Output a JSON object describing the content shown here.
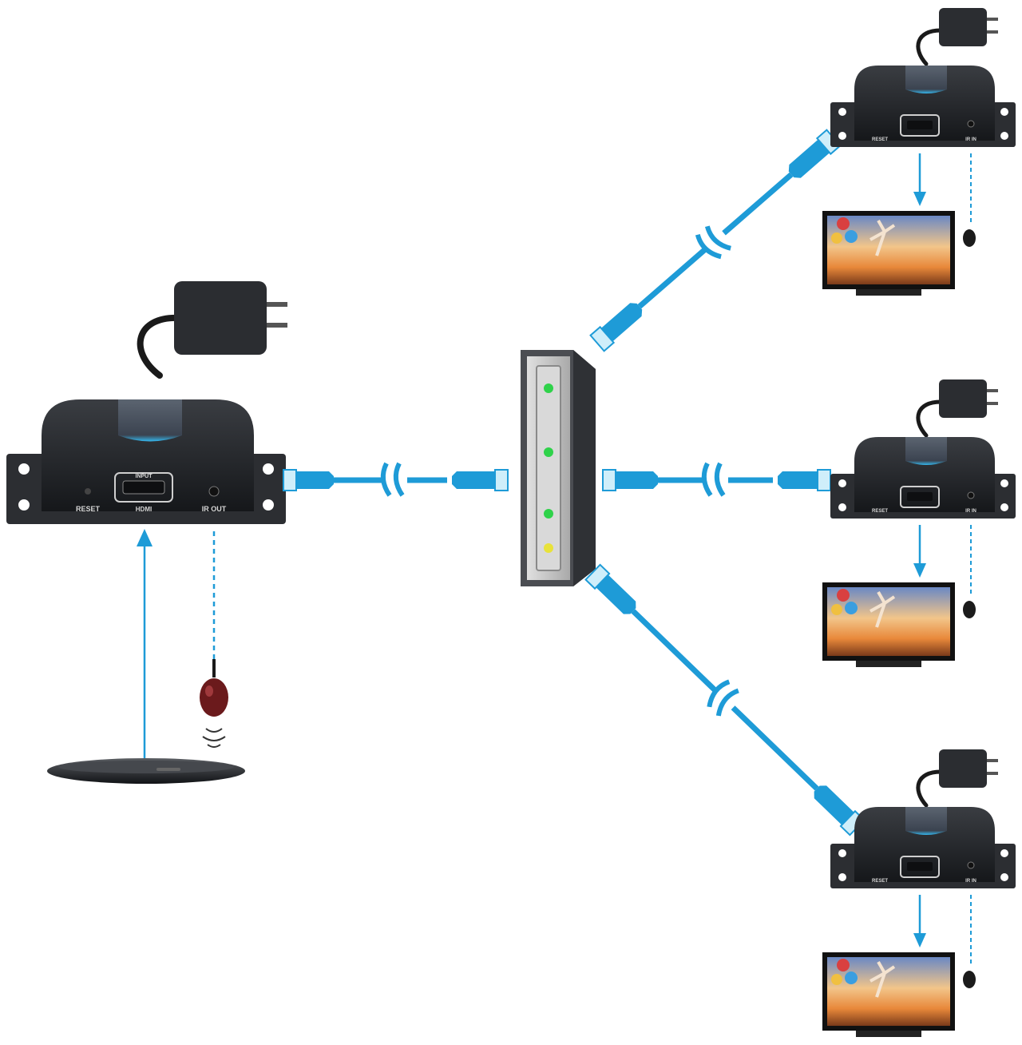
{
  "colors": {
    "cable": "#1e9bd7",
    "device_body": "#1f2124",
    "device_base": "#2a2c30",
    "background": "#ffffff",
    "led_green": "#2fd24a",
    "led_yellow": "#e8e23a"
  },
  "transmitter": {
    "port_labels": {
      "reset": "RESET",
      "hdmi": "HDMI",
      "hdmi_in": "INPUT",
      "ir": "IR OUT"
    }
  },
  "switch": {
    "leds": [
      "green",
      "green",
      "green",
      "yellow"
    ]
  },
  "receivers": [
    {
      "port_labels": {
        "reset": "RESET",
        "ir": "IR IN"
      }
    },
    {
      "port_labels": {
        "reset": "RESET",
        "ir": "IR IN"
      }
    },
    {
      "port_labels": {
        "reset": "RESET",
        "ir": "IR IN"
      }
    }
  ]
}
